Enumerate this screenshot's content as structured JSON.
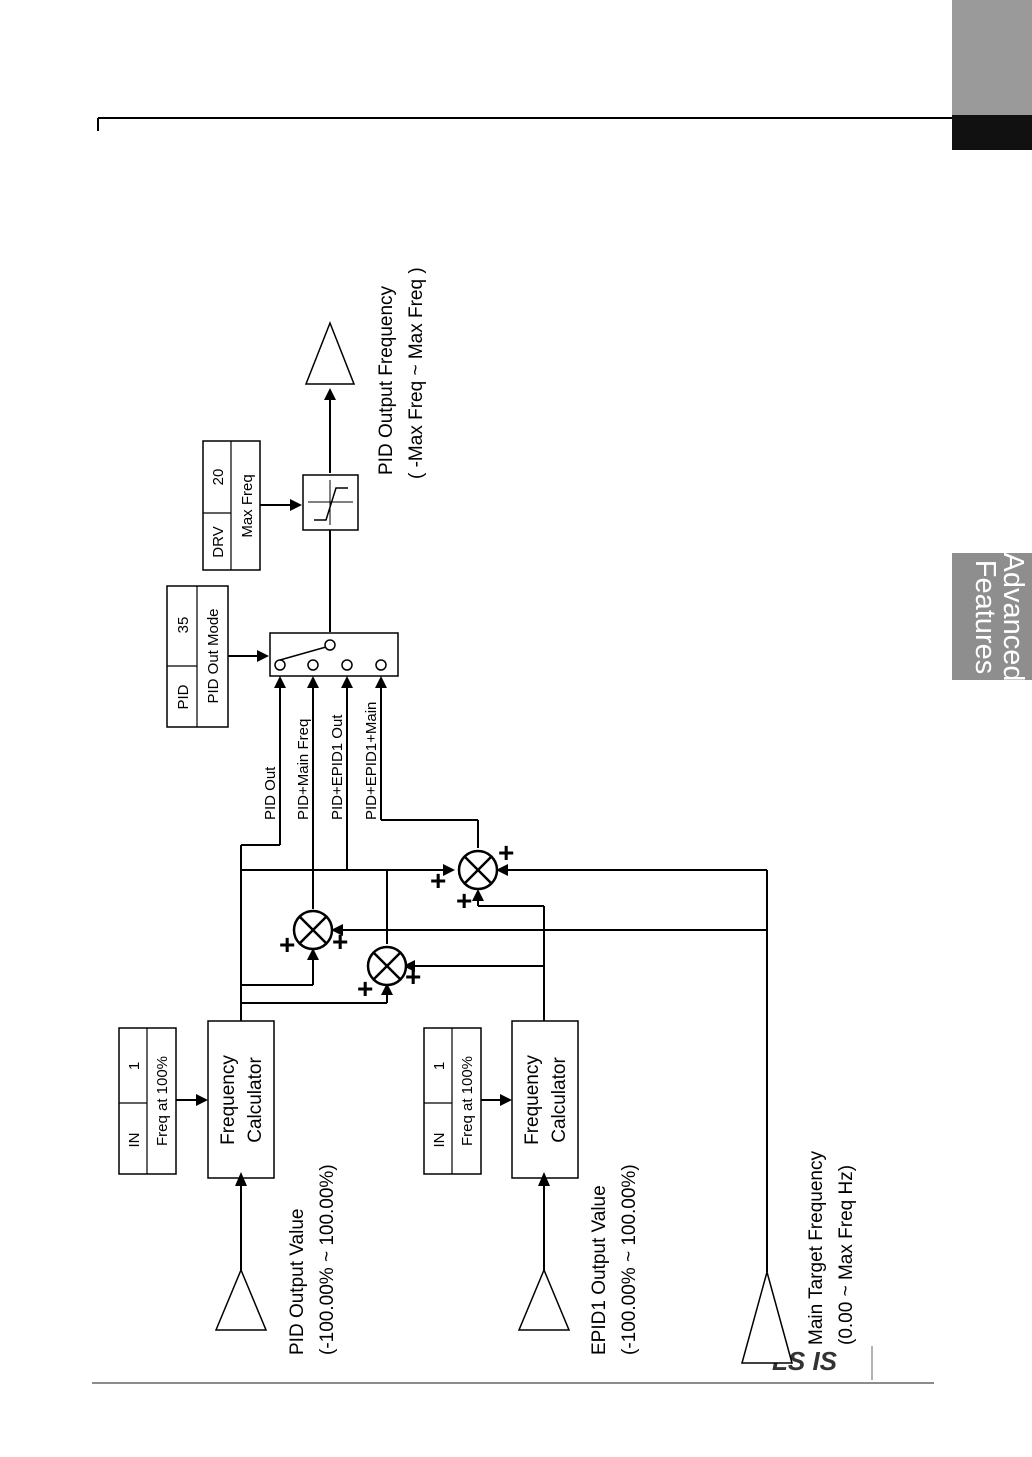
{
  "side_tab": {
    "line1": "Advanced",
    "line2": "Features"
  },
  "brand": "LS IS",
  "inputs": {
    "pid": {
      "line1": "PID Output Value",
      "line2": "(-100.00% ~ 100.00%)"
    },
    "epid1": {
      "line1": "EPID1 Output Value",
      "line2": "(-100.00% ~ 100.00%)"
    },
    "main": {
      "line1": "Main Target Frequency",
      "line2": "(0.00 ~ Max     Freq  Hz)"
    }
  },
  "param_in_1": {
    "group": "IN",
    "code": "1",
    "name": "Freq  at 100%"
  },
  "param_in_2": {
    "group": "IN",
    "code": "1",
    "name": "Freq  at 100%"
  },
  "freq_calc": {
    "line1": "Frequency",
    "line2": "Calculator"
  },
  "param_pid35": {
    "group": "PID",
    "code": "35",
    "name": "PID Out Mode"
  },
  "param_drv20": {
    "group": "DRV",
    "code": "20",
    "name": "Max  Freq"
  },
  "modes": [
    "PID Out",
    "PID+Main Freq",
    "PID+EPID1 Out",
    "PID+EPID1+Main"
  ],
  "plus": "+",
  "output": {
    "line1": "PID Output Frequency",
    "line2": "( -Max  Freq  ~ Max   Freq )"
  }
}
